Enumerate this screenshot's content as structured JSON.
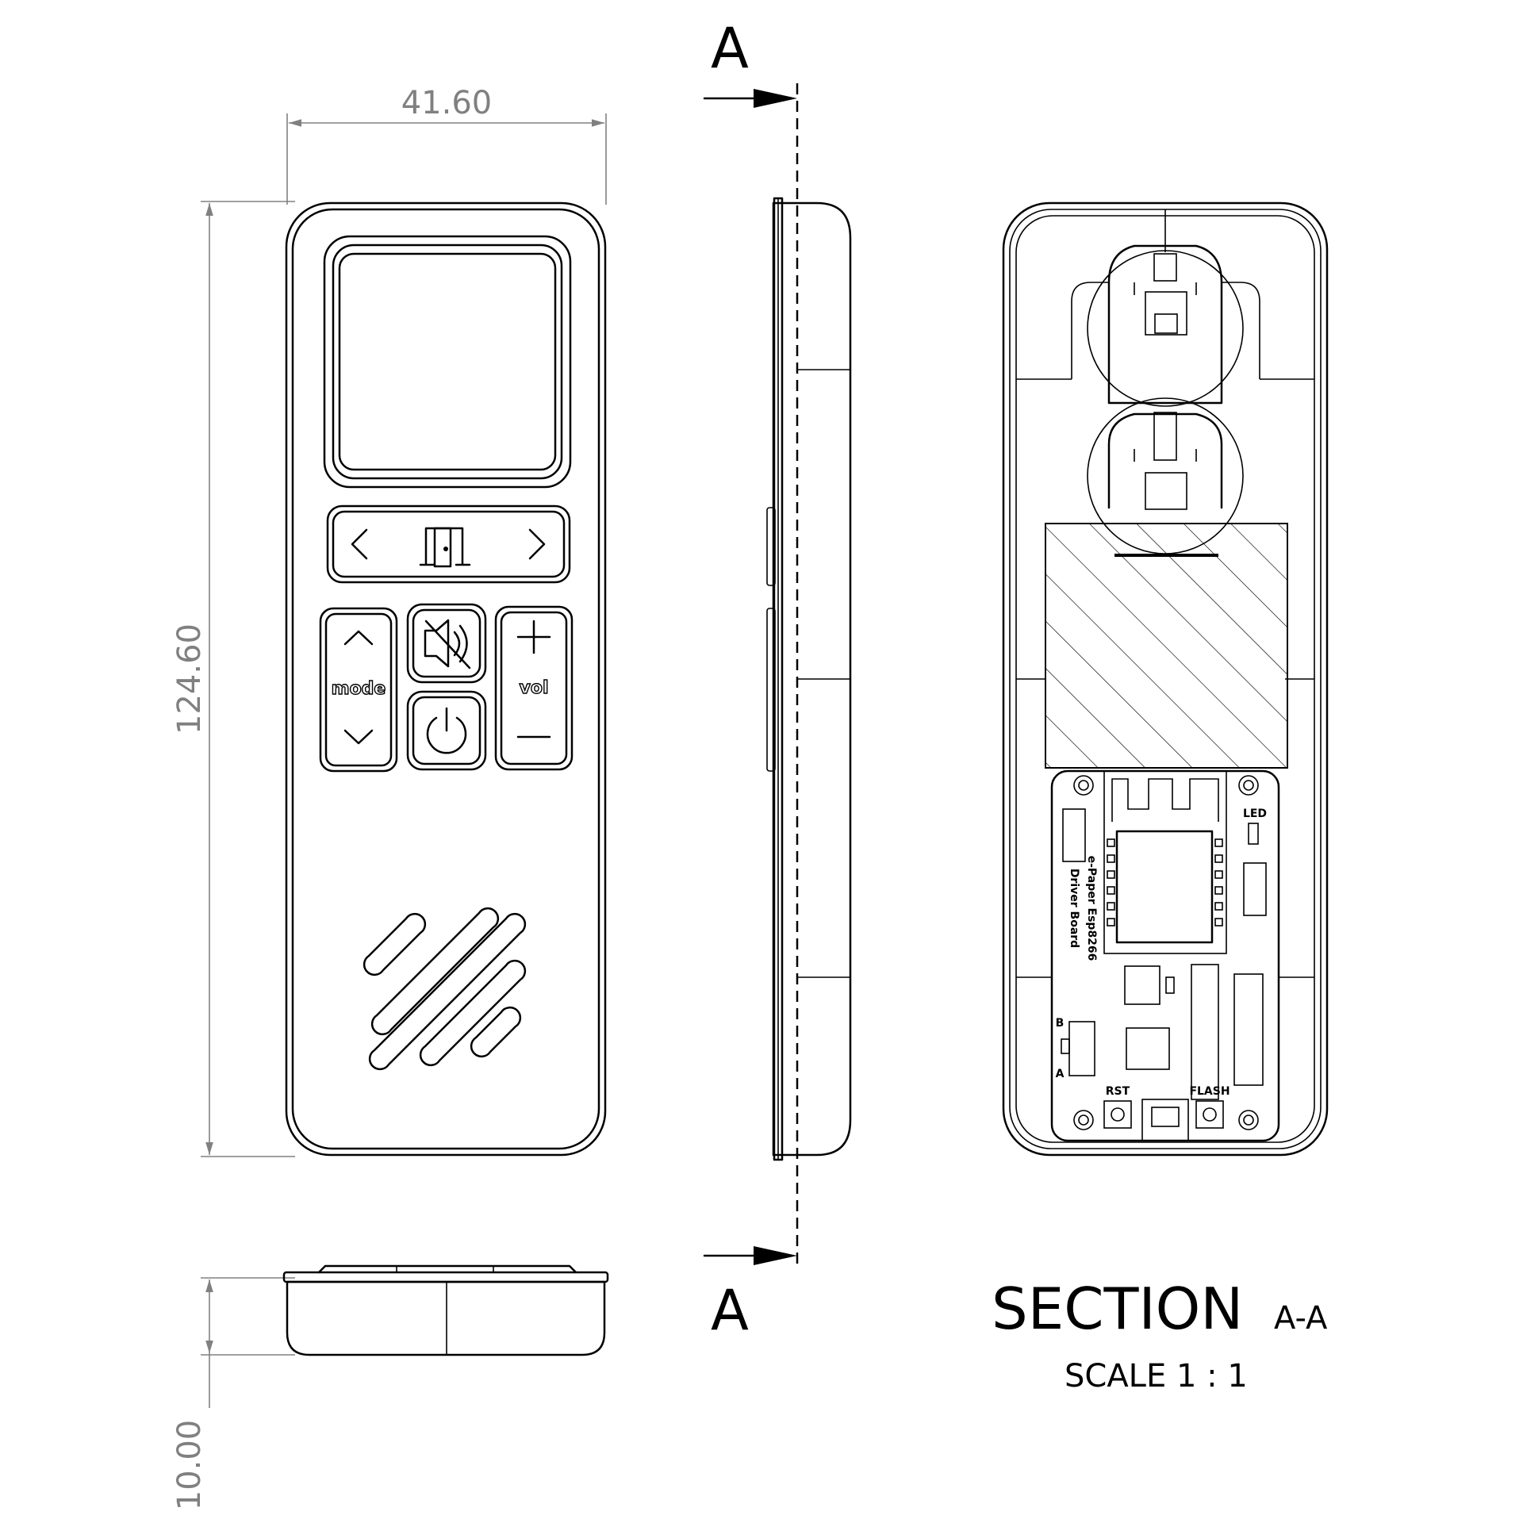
{
  "dimensions": {
    "width": "41.60",
    "height": "124.60",
    "thickness": "10.00"
  },
  "section_marker": {
    "top_letter": "A",
    "bottom_letter": "A"
  },
  "section_title": {
    "main": "SECTION",
    "suffix": "A-A",
    "scale": "SCALE 1 : 1"
  },
  "front_view": {
    "buttons": {
      "mode_label": "mode",
      "vol_label": "vol"
    }
  },
  "pcb": {
    "board_label_line1": "e-Paper Esp8266",
    "board_label_line2": "Driver Board",
    "led_label": "LED",
    "rst_label": "RST",
    "flash_label": "FLASH",
    "switch_b_label": "B",
    "switch_a_label": "A"
  },
  "colors": {
    "line": "#000000",
    "dimension": "#808080",
    "background": "#ffffff"
  }
}
